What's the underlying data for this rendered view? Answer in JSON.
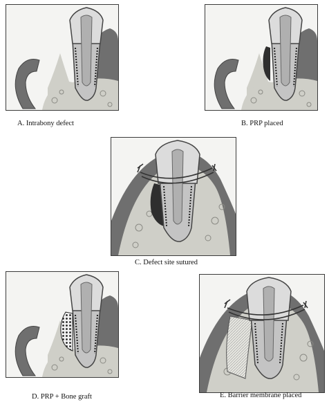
{
  "figure": {
    "panels": [
      {
        "id": "A",
        "caption": "A.  Intrabony defect"
      },
      {
        "id": "B",
        "caption": "B. PRP placed"
      },
      {
        "id": "C",
        "caption": "C. Defect site sutured"
      },
      {
        "id": "D",
        "caption": "D. PRP + Bone graft"
      },
      {
        "id": "E",
        "caption": "E. Barrier membrane placed"
      }
    ]
  },
  "colors": {
    "gingiva": "#6f6f6f",
    "gingiva_dark": "#4a4a4a",
    "bone": "#cfcfc8",
    "enamel": "#dcdcdc",
    "root": "#c4c4c4",
    "prp": "#2e2e2e",
    "membrane": "#e6e6e0"
  }
}
